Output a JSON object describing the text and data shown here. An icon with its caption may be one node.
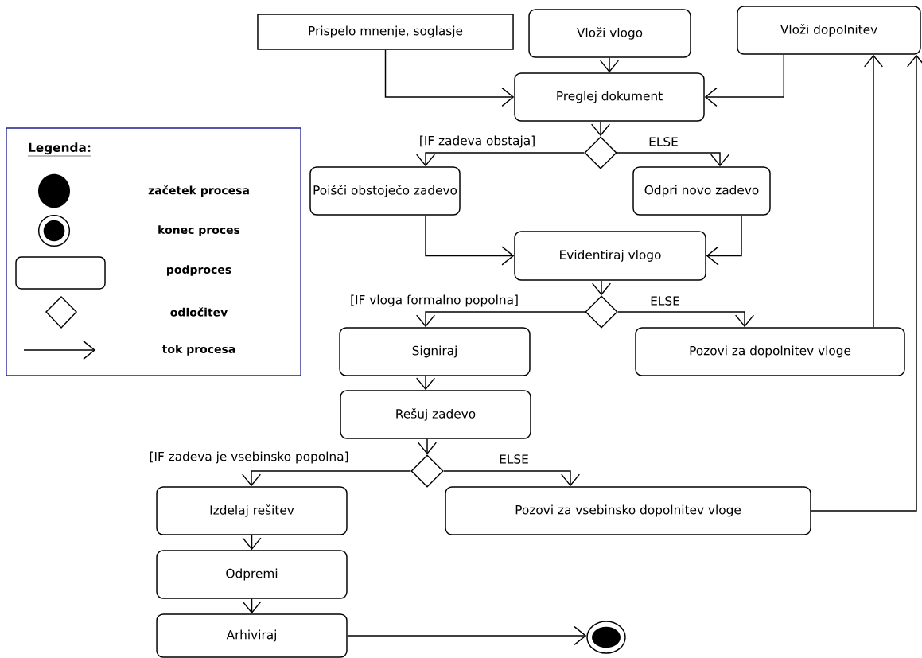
{
  "diagram": {
    "nodes": [
      {
        "text": [
          "Prispelo mnenje, soglasje"
        ]
      },
      {
        "text": [
          "Vloži vlogo"
        ]
      },
      {
        "text": [
          "Vloži dopolnitev"
        ]
      },
      {
        "text": [
          "Preglej dokument"
        ]
      },
      {
        "text": [],
        "shape": "diamond"
      },
      {
        "text": [
          "Poišči obstoječo zadevo"
        ]
      },
      {
        "text": [
          "Odpri novo zadevo"
        ]
      },
      {
        "text": [
          "Evidentiraj vlogo"
        ]
      },
      {
        "text": [],
        "shape": "diamond"
      },
      {
        "text": [
          "Signiraj"
        ]
      },
      {
        "text": [
          "Pozovi za dopolnitev vloge"
        ]
      },
      {
        "text": [
          "Rešuj zadevo"
        ]
      },
      {
        "text": [],
        "shape": "diamond"
      },
      {
        "text": [
          "Izdelaj rešitev"
        ]
      },
      {
        "text": [
          "Pozovi za vsebinsko dopolnitev vloge"
        ]
      },
      {
        "text": [
          "Odpremi"
        ]
      },
      {
        "text": [
          "Arhiviraj"
        ]
      },
      {
        "text": [],
        "shape": "circle"
      }
    ],
    "edges": [
      {
        "from": 0,
        "to": 3,
        "arrow": "to"
      },
      {
        "from": 1,
        "to": 3,
        "arrow": "to"
      },
      {
        "from": 2,
        "to": 3,
        "arrow": "to"
      },
      {
        "from": 3,
        "to": 4,
        "arrow": "to"
      },
      {
        "from": 4,
        "to": 5,
        "arrow": "to",
        "label": "[IF zadeva obstaja]"
      },
      {
        "from": 4,
        "to": 6,
        "arrow": "to",
        "label": "ELSE"
      },
      {
        "from": 5,
        "to": 7,
        "arrow": "to"
      },
      {
        "from": 6,
        "to": 7,
        "arrow": "to"
      },
      {
        "from": 7,
        "to": 8,
        "arrow": "to"
      },
      {
        "from": 8,
        "to": 9,
        "arrow": "to",
        "label": "[IF vloga formalno popolna]"
      },
      {
        "from": 8,
        "to": 10,
        "arrow": "to",
        "label": "ELSE"
      },
      {
        "from": 10,
        "to": 2,
        "arrow": "to"
      },
      {
        "from": 9,
        "to": 11,
        "arrow": "to"
      },
      {
        "from": 11,
        "to": 12,
        "arrow": "to"
      },
      {
        "from": 12,
        "to": 13,
        "arrow": "to",
        "label": "[IF zadeva je vsebinsko popolna]"
      },
      {
        "from": 12,
        "to": 14,
        "arrow": "to",
        "label": "ELSE"
      },
      {
        "from": 14,
        "to": 2,
        "arrow": "to"
      },
      {
        "from": 13,
        "to": 15,
        "arrow": "to"
      },
      {
        "from": 15,
        "to": 16,
        "arrow": "to"
      },
      {
        "from": 16,
        "to": 17,
        "arrow": "to"
      }
    ],
    "labels": [
      "Legenda:"
    ],
    "legend": [
      {
        "text": "začetek procesa"
      },
      {
        "text": "konec proces"
      },
      {
        "text": "podproces"
      },
      {
        "text": "odločitev"
      },
      {
        "text": "tok procesa"
      }
    ]
  }
}
